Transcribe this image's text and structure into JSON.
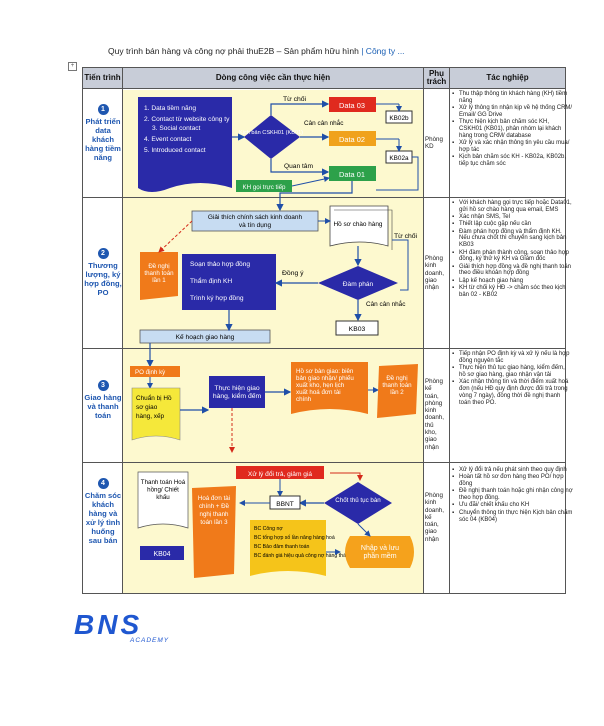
{
  "title": {
    "main": "Quy trình bán hàng và công nợ phải thuE2B – Sản phẩm hữu hình",
    "company": "| Công ty ..."
  },
  "headers": {
    "stage": "Tiến trình",
    "flow": "Dòng công việc cần thực hiện",
    "owner": "Phụ trách",
    "tasks": "Tác nghiệp"
  },
  "stages": [
    {
      "num": "1",
      "label": "Phát triển data khách hàng tiềm năng"
    },
    {
      "num": "2",
      "label": "Thương lượng, ký hợp đồng, PO"
    },
    {
      "num": "3",
      "label": "Giao hàng và thanh toán"
    },
    {
      "num": "4",
      "label": "Chăm sóc khách hàng và xử lý tình huống sau bán"
    }
  ],
  "owners": [
    "Phòng KD",
    "Phòng kinh doanh, giao nhận",
    "Phòng kế toán, phòng kinh doanh, thủ kho, giao nhận",
    "Phòng kinh doanh, kế toán, giao nhận"
  ],
  "tasks": [
    [
      "Thu thập thông tin khách hàng (KH) tiềm năng",
      "Xử lý thông tin nhận kịp về hệ thống CRM/ Email/ GG Drive",
      "Thực hiện kịch bản chăm sóc KH, CSKH01 (KB01), phân nhóm lại khách hàng trong CRM/ database",
      "Xử lý và xác nhận thông tin yêu cầu mua/ hợp tác",
      "Kịch bản chăm sóc KH - KB02a, KB02b, tiếp tục chăm sóc"
    ],
    [
      "Với khách hàng gọi trực tiếp hoặc Data01, gửi hồ sơ chào hàng qua email, EMS",
      "Xác nhận SMS, Tel",
      "Thiết lập cuộc gặp nếu cần",
      "Đàm phán hợp đồng và thẩm định KH. Nếu chưa chốt thì chuyển sang kịch bản KB03",
      "KH đàm phán thành công, soạn thảo hợp đồng, ký thử ký KH và Giám đốc",
      "Giải thích hợp đồng và đề nghị thanh toán theo điều khoản hợp đồng",
      "Lập kế hoạch giao hàng",
      "KH từ chối ký HĐ -> chăm sóc theo kịch bản 02 - KB02"
    ],
    [
      "Tiếp nhận PO định kỳ và xử lý nếu là hợp đồng nguyên tắc",
      "Thực hiện thủ tục giao hàng, kiểm đếm, hồ sơ giao hàng, giao nhận vận tải",
      "Xác nhận thông tin và thời điểm xuất hoá đơn (nếu HĐ quy định được đối trả trong vòng 7 ngày), đồng thời đề nghị thanh toán theo PO."
    ],
    [
      "Xử lý đổi trả nếu phát sinh theo quy định",
      "Hoàn tất hồ sơ đơn hàng theo PO/ hợp đồng",
      "Đề nghị thanh toán hoặc ghi nhận công nợ theo hợp đồng.",
      "Ưu đãi/ chiết khấu cho KH",
      "Chuyển thông tin thực hiện Kịch bản chăm sóc 04 (KB04)"
    ]
  ],
  "diagram": {
    "leads": [
      "1. Data tiềm năng",
      "2. Contact từ website công ty",
      "3. Social contact",
      "4. Event contact",
      "5. Introduced contact"
    ],
    "script_decision": "Kịch bản CSKH01 (KB01)",
    "data03": "Data 03",
    "data02": "Data 02",
    "data01": "Data 01",
    "kb02b": "KB02b",
    "kb02a": "KB02a",
    "reject": "Từ chối",
    "consider": "Cân cân nhắc",
    "interest": "Quan tâm",
    "direct_call": "KH gọi trực tiếp",
    "policy": "Giải thích chính sách kinh doanh và tín dụng",
    "offer_docs": "Hồ sơ chào hàng",
    "reject2": "Từ chối",
    "payment_request": "Đề nghị thanh toán lần 1",
    "contract_actions": [
      "Soạn thảo hợp đồng",
      "Thẩm định KH",
      "Trình ký hợp đồng"
    ],
    "agree": "Đồng ý",
    "negotiate": "Đàm phán",
    "consider2": "Cân cân nhắc",
    "kb03": "KB03",
    "delivery_plan": "Kế hoạch giao hàng",
    "po": "PO định kỳ",
    "prepare_docs": "Chuẩn bị Hồ sơ giao hàng, xếp",
    "deliver": "Thực hiện giao hàng, kiểm đếm",
    "handover_docs": "Hồ sơ bàn giao: biên bản giao nhận/ phiếu xuất kho, hẹn lịch xuất hoá đơn tài chính",
    "payment2": "Đề nghị thanh toán lần 2",
    "returns": "Xử lý đổi trả, giảm giá",
    "close": "Chốt thủ tục bàn",
    "bbnt": "BBNT",
    "finalize": "Thanh toán Hoá hồng/ Chiết khấu",
    "invoice": "Hoá đơn tài chính + Đề nghị thanh toán lần 3",
    "report": [
      "BC Công nợ",
      "BC tổng hợp số lần nâng hàng hoá",
      "BC Bảo đảm thanh toán",
      "BC đánh giá hiệu quả công nợ hàng tháng"
    ],
    "kb04": "KB04",
    "archive": "Nhập và lưu phần mềm"
  },
  "logo": {
    "text": "BNS",
    "sub": "ACADEMY",
    "color": "#1f57d0"
  }
}
